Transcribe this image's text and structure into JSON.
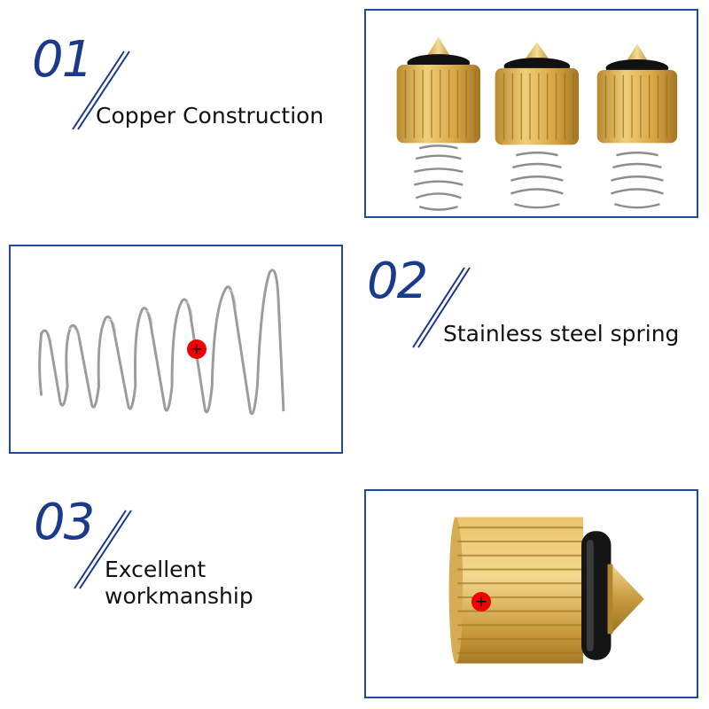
{
  "features": [
    {
      "number": "01",
      "label": "Copper Construction"
    },
    {
      "number": "02",
      "label": "Stainless steel spring"
    },
    {
      "number": "03",
      "label_line1": "Excellent",
      "label_line2": "workmanship"
    }
  ],
  "colors": {
    "accent_blue": "#1a3a8c",
    "frame_border": "#1f4a9a",
    "brass": "#d9a94a",
    "steel": "#a8a8a8",
    "marker": "#f00000"
  },
  "markers": {
    "symbol": "+"
  }
}
